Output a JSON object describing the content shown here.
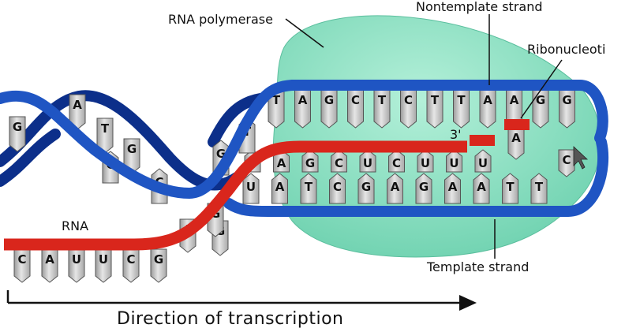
{
  "labels": {
    "rna_polymerase": "RNA polymerase",
    "nontemplate_strand": "Nontemplate strand",
    "ribonucleotides": "Ribonucleoti",
    "rna": "RNA",
    "template_strand": "Template strand",
    "three_prime": "3'",
    "direction": "Direction of transcription"
  },
  "bases": {
    "bubble_top": [
      "T",
      "A",
      "G",
      "C",
      "T",
      "C",
      "T",
      "T",
      "A",
      "A",
      "G",
      "G"
    ],
    "bubble_rna": [
      "U",
      "A",
      "G",
      "C",
      "U",
      "C",
      "U",
      "U",
      "U"
    ],
    "bubble_template": [
      "U",
      "A",
      "T",
      "C",
      "G",
      "A",
      "G",
      "A",
      "A",
      "T",
      "T"
    ],
    "ribo_free": [
      "A",
      "C"
    ],
    "left_helix_top": [
      "G",
      "A",
      "T",
      "G"
    ],
    "left_helix_lower": [
      "G",
      "C",
      "G",
      "T",
      "G"
    ],
    "rna_bottom": [
      "C",
      "A",
      "U",
      "U",
      "C",
      "G",
      "A",
      "G"
    ]
  },
  "colors": {
    "strand_blue": "#1f55c3",
    "strand_dark": "#0c2f8a",
    "rna_red": "#d9261c",
    "polymerase": "#8fe0c4",
    "base_fill": "#c8c8c8"
  }
}
